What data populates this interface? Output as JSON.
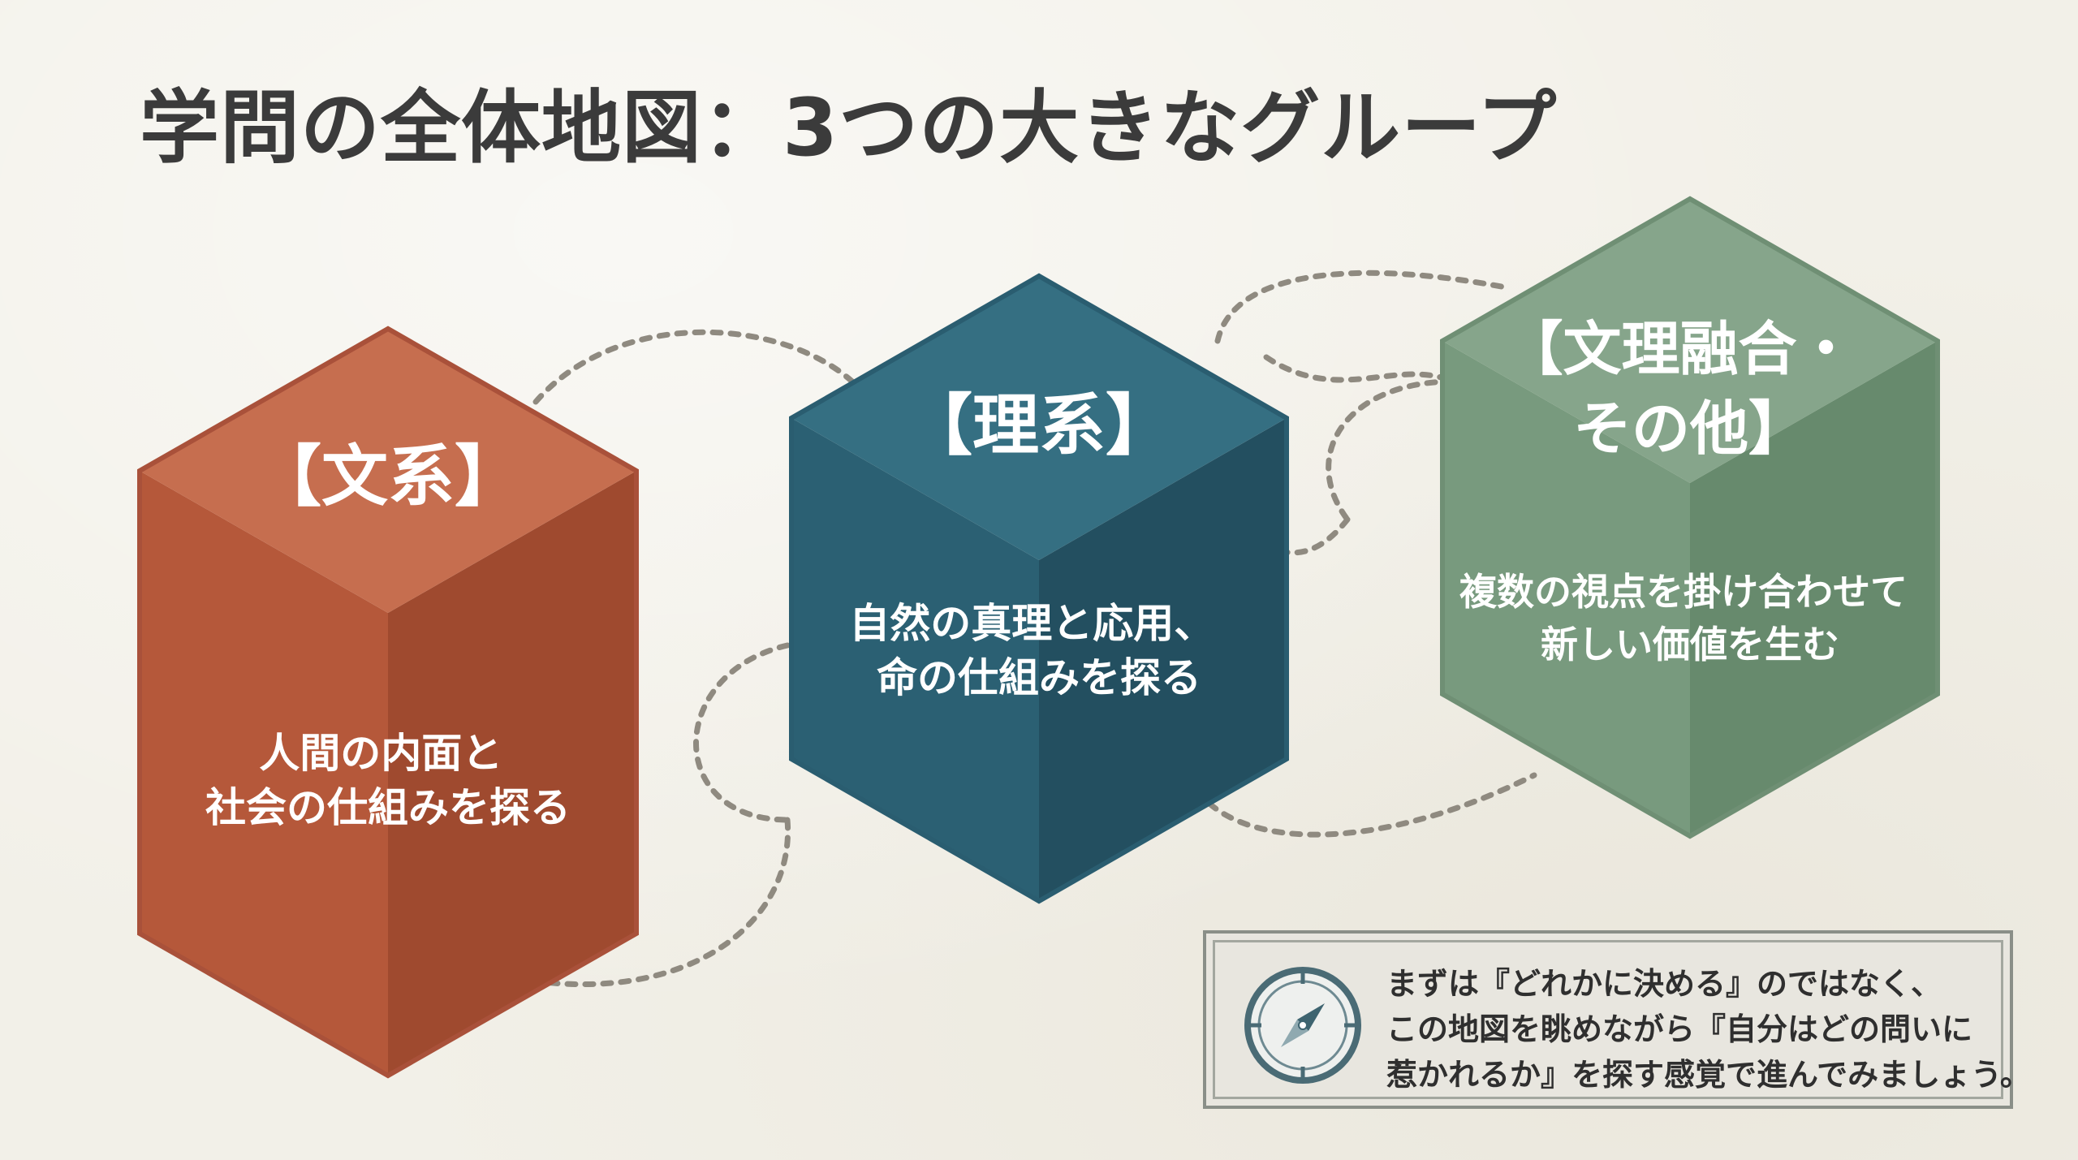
{
  "title": "学問の全体地図：3つの大きなグループ",
  "groups": [
    {
      "heading": "【文系】",
      "heading_lines": [
        "【文系】"
      ],
      "desc_lines": [
        "人間の内面と",
        "社会の仕組みを探る"
      ],
      "colors": {
        "top": "#c66e4f",
        "left": "#b5583a",
        "right": "#9f4a2f"
      }
    },
    {
      "heading": "【理系】",
      "heading_lines": [
        "【理系】"
      ],
      "desc_lines": [
        "自然の真理と応用、",
        "命の仕組みを探る"
      ],
      "colors": {
        "top": "#356f82",
        "left": "#2b6073",
        "right": "#234f60"
      }
    },
    {
      "heading": "【文理融合・その他】",
      "heading_lines": [
        "【文理融合・",
        "その他】"
      ],
      "desc_lines": [
        "複数の視点を掛け合わせて",
        "新しい価値を生む"
      ],
      "colors": {
        "top": "#86a58b",
        "left": "#789a7e",
        "right": "#678a6d"
      }
    }
  ],
  "note": {
    "icon": "compass-icon",
    "lines": [
      "まずは『どれかに決める』のではなく、",
      "この地図を眺めながら『自分はどの問いに",
      "惹かれるか』を探す感覚で進んでみましょう。"
    ]
  },
  "colors": {
    "background": "#f2f0e8",
    "title": "#3b3b3b",
    "path": "#8f8a80"
  }
}
